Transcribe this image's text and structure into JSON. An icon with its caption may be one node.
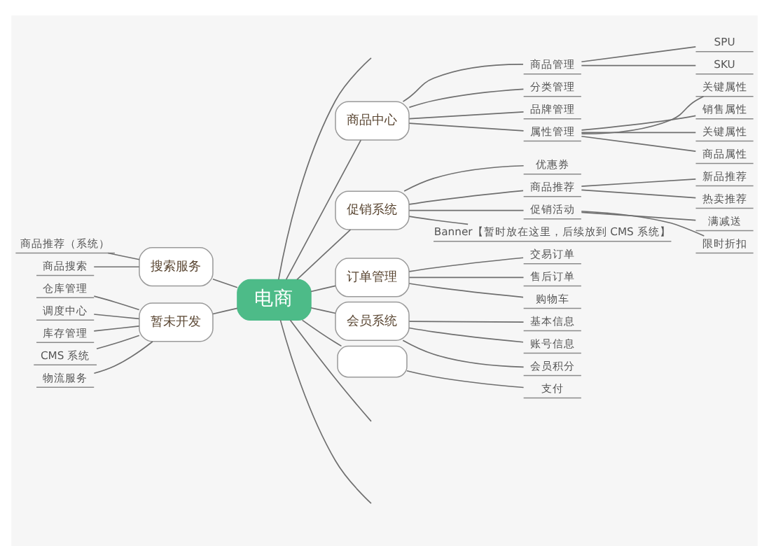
{
  "diagram": {
    "nodes": [
      {
        "text": [
          "电商"
        ]
      },
      {
        "text": [
          "商品中心"
        ]
      },
      {
        "text": [
          "商品管理"
        ]
      },
      {
        "text": [
          "SPU"
        ]
      },
      {
        "text": [
          "SKU"
        ]
      },
      {
        "text": [
          "分类管理"
        ]
      },
      {
        "text": [
          "品牌管理"
        ]
      },
      {
        "text": [
          "属性管理"
        ]
      },
      {
        "text": [
          "关键属性"
        ]
      },
      {
        "text": [
          "销售属性"
        ]
      },
      {
        "text": [
          "关键属性"
        ]
      },
      {
        "text": [
          "商品属性"
        ]
      },
      {
        "text": [
          "促销系统"
        ]
      },
      {
        "text": [
          "优惠券"
        ]
      },
      {
        "text": [
          "商品推荐"
        ]
      },
      {
        "text": [
          "新品推荐"
        ]
      },
      {
        "text": [
          "热卖推荐"
        ]
      },
      {
        "text": [
          "促销活动"
        ]
      },
      {
        "text": [
          "满减送"
        ]
      },
      {
        "text": [
          "限时折扣"
        ]
      },
      {
        "text": [
          "Banner【暂时放在这里，后续放到 CMS 系统】"
        ]
      },
      {
        "text": [
          "订单管理"
        ]
      },
      {
        "text": [
          "交易订单"
        ]
      },
      {
        "text": [
          "售后订单"
        ]
      },
      {
        "text": [
          "购物车"
        ]
      },
      {
        "text": [
          "会员系统"
        ]
      },
      {
        "text": [
          "基本信息"
        ]
      },
      {
        "text": [
          "账号信息"
        ]
      },
      {
        "text": [
          "会员积分"
        ]
      },
      {
        "text": [],
        "shape": "box"
      },
      {
        "text": [
          "支付"
        ]
      },
      {
        "text": [
          "搜索服务"
        ]
      },
      {
        "text": [
          "商品推荐（系统）"
        ]
      },
      {
        "text": [
          "商品搜索"
        ]
      },
      {
        "text": [
          "暂未开发"
        ]
      },
      {
        "text": [
          "仓库管理"
        ]
      },
      {
        "text": [
          "调度中心"
        ]
      },
      {
        "text": [
          "库存管理"
        ]
      },
      {
        "text": [
          "CMS 系统"
        ]
      },
      {
        "text": [
          "物流服务"
        ]
      }
    ],
    "edges": [
      {
        "from": 0,
        "to": null,
        "arrow": "none"
      },
      {
        "from": 0,
        "to": 1,
        "arrow": "none"
      },
      {
        "from": 1,
        "to": 2,
        "arrow": "none"
      },
      {
        "from": 2,
        "to": 3,
        "arrow": "none"
      },
      {
        "from": 2,
        "to": 4,
        "arrow": "none"
      },
      {
        "from": 1,
        "to": 5,
        "arrow": "none"
      },
      {
        "from": 1,
        "to": 6,
        "arrow": "none"
      },
      {
        "from": 1,
        "to": 7,
        "arrow": "none"
      },
      {
        "from": 7,
        "to": 8,
        "arrow": "none"
      },
      {
        "from": 7,
        "to": 9,
        "arrow": "none"
      },
      {
        "from": 7,
        "to": 10,
        "arrow": "none"
      },
      {
        "from": 7,
        "to": 11,
        "arrow": "none"
      },
      {
        "from": 0,
        "to": 12,
        "arrow": "none"
      },
      {
        "from": 12,
        "to": 13,
        "arrow": "none"
      },
      {
        "from": 12,
        "to": 14,
        "arrow": "none"
      },
      {
        "from": 14,
        "to": 15,
        "arrow": "none"
      },
      {
        "from": 14,
        "to": 16,
        "arrow": "none"
      },
      {
        "from": 12,
        "to": 17,
        "arrow": "none"
      },
      {
        "from": 17,
        "to": 18,
        "arrow": "none"
      },
      {
        "from": 17,
        "to": 19,
        "arrow": "none"
      },
      {
        "from": 12,
        "to": 20,
        "arrow": "none"
      },
      {
        "from": 0,
        "to": 21,
        "arrow": "none"
      },
      {
        "from": 21,
        "to": 22,
        "arrow": "none"
      },
      {
        "from": 21,
        "to": 23,
        "arrow": "none"
      },
      {
        "from": 21,
        "to": 24,
        "arrow": "none"
      },
      {
        "from": 0,
        "to": 25,
        "arrow": "none"
      },
      {
        "from": 25,
        "to": 26,
        "arrow": "none"
      },
      {
        "from": 25,
        "to": 27,
        "arrow": "none"
      },
      {
        "from": 25,
        "to": 28,
        "arrow": "none"
      },
      {
        "from": 0,
        "to": 29,
        "arrow": "none"
      },
      {
        "from": 29,
        "to": 30,
        "arrow": "none"
      },
      {
        "from": 32,
        "to": 31,
        "arrow": "none"
      },
      {
        "from": 33,
        "to": 31,
        "arrow": "none"
      },
      {
        "from": 31,
        "to": 0,
        "arrow": "none"
      },
      {
        "from": 35,
        "to": 34,
        "arrow": "none"
      },
      {
        "from": 36,
        "to": 34,
        "arrow": "none"
      },
      {
        "from": 37,
        "to": 34,
        "arrow": "none"
      },
      {
        "from": 38,
        "to": 34,
        "arrow": "none"
      },
      {
        "from": 39,
        "to": 34,
        "arrow": "none"
      },
      {
        "from": 34,
        "to": 0,
        "arrow": "none"
      },
      {
        "from": 0,
        "to": null,
        "arrow": "none"
      },
      {
        "from": 0,
        "to": null,
        "arrow": "none"
      }
    ]
  }
}
